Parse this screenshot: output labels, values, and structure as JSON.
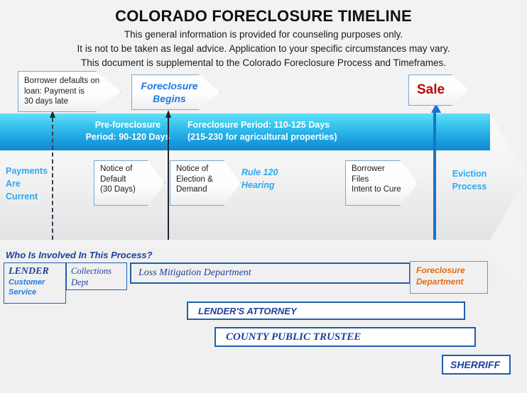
{
  "header": {
    "title": "COLORADO FORECLOSURE TIMELINE",
    "sub1": "This general information is provided for counseling purposes only.",
    "sub2": "It is not to be taken as legal advice. Application to your specific circumstances may vary.",
    "sub3": "This document is supplemental to the Colorado Foreclosure Process and Timeframes."
  },
  "callouts": {
    "default": "Borrower defaults on\n loan: Payment is\n30 days late",
    "foreclosure_begins": "Foreclosure\nBegins",
    "sale": "Sale"
  },
  "band": {
    "pre_foreclosure": "Pre-foreclosure\nPeriod: 90-120 Days",
    "foreclosure_period": "Foreclosure Period: 110-125 Days\n(215-230 for agricultural properties)"
  },
  "stages": {
    "payments_current": "Payments\nAre\nCurrent",
    "notice_of_default": "Notice of\nDefault\n(30 Days)",
    "notice_of_election": "Notice of\nElection &\nDemand",
    "rule_120": "Rule 120\nHearing",
    "intent_to_cure": "Borrower\nFiles\nIntent to Cure",
    "eviction": "Eviction\nProcess"
  },
  "participants": {
    "section_title": "Who Is Involved In This Process?",
    "lender_name": "LENDER",
    "lender_sub": "Customer\nService",
    "collections": "Collections\nDept",
    "loss_mitigation": "Loss Mitigation Department",
    "foreclosure_department": "Foreclosure\nDepartment",
    "lenders_attorney": "LENDER'S ATTORNEY",
    "county_public_trustee": "COUNTY PUBLIC TRUSTEE",
    "sherriff": "SHERRIFF"
  },
  "colors": {
    "band_light": "#5fe0f7",
    "band_dark": "#1588cf",
    "accent_blue": "#1f7ae0",
    "cyan_label": "#29a9f2",
    "dark_blue": "#1f3f9e",
    "orange": "#e8690b",
    "sale_red": "#c00000"
  }
}
